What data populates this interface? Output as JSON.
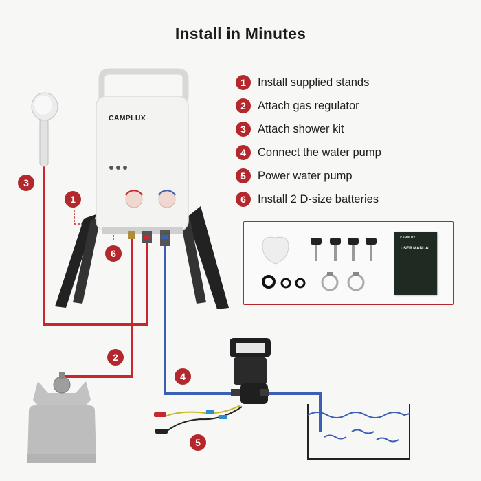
{
  "title": "Install in Minutes",
  "steps": [
    {
      "num": "1",
      "label": "Install supplied stands"
    },
    {
      "num": "2",
      "label": "Attach gas regulator"
    },
    {
      "num": "3",
      "label": "Attach shower kit"
    },
    {
      "num": "4",
      "label": "Connect the water pump"
    },
    {
      "num": "5",
      "label": "Power water pump"
    },
    {
      "num": "6",
      "label": "Install 2 D-size batteries"
    }
  ],
  "heater": {
    "brand": "CAMPLUX"
  },
  "manual": {
    "brand": "CAMPLUX",
    "title": "USER MANUAL"
  },
  "callouts": [
    "1",
    "2",
    "3",
    "4",
    "5",
    "6"
  ],
  "colors": {
    "accent": "#b3282d",
    "hot_line": "#c8282d",
    "cold_line": "#3a5fb5",
    "tank": "#bdbdbd"
  }
}
